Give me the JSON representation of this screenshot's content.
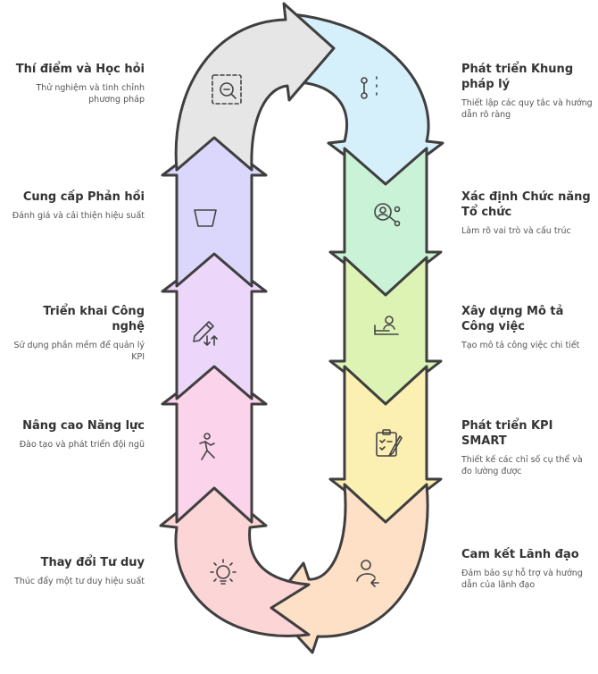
{
  "steps": [
    {
      "id": "phap-ly",
      "title": "Phát triển Khung pháp lý",
      "desc": "Thiết lập các quy tắc và hướng dẫn rõ ràng",
      "icon": "flow-toggle-icon",
      "color": "#d6f0fb"
    },
    {
      "id": "to-chuc",
      "title": "Xác định Chức năng Tổ chức",
      "desc": "Làm rõ vai trò và cấu trúc",
      "icon": "org-role-icon",
      "color": "#c9f2d6"
    },
    {
      "id": "mo-ta",
      "title": "Xây dựng Mô tả Công việc",
      "desc": "Tạo mô tả công việc chi tiết",
      "icon": "job-desk-icon",
      "color": "#ddf3b4"
    },
    {
      "id": "kpi",
      "title": "Phát triển KPI SMART",
      "desc": "Thiết kế các chỉ số cụ thể và đo lường được",
      "icon": "checklist-pen-icon",
      "color": "#fbf0b2"
    },
    {
      "id": "cam-ket",
      "title": "Cam kết Lãnh đạo",
      "desc": "Đảm bảo sự hỗ trợ và hướng dẫn của lãnh đạo",
      "icon": "leader-support-icon",
      "color": "#fde0c6"
    },
    {
      "id": "tu-duy",
      "title": "Thay đổi Tư duy",
      "desc": "Thúc đẩy một tư duy hiệu suất",
      "icon": "lightbulb-gear-icon",
      "color": "#fcd5d6"
    },
    {
      "id": "nang-luc",
      "title": "Nâng cao Năng lực",
      "desc": "Đào tạo và phát triển đội ngũ",
      "icon": "running-person-icon",
      "color": "#fbd3ea"
    },
    {
      "id": "cong-nghe",
      "title": "Triển khai Công nghệ",
      "desc": "Sử dụng phần mềm để quản lý KPI",
      "icon": "pencil-sort-icon",
      "color": "#ecd7fb"
    },
    {
      "id": "phan-hoi",
      "title": "Cung cấp Phản hồi",
      "desc": "Đánh giá và cải thiện hiệu suất",
      "icon": "bucket-icon",
      "color": "#dbd6fb"
    },
    {
      "id": "thi-diem",
      "title": "Thí điểm và Học hỏi",
      "desc": "Thử nghiệm và tinh chỉnh phương pháp",
      "icon": "zoom-out-icon",
      "color": "#e6e6e6"
    }
  ]
}
